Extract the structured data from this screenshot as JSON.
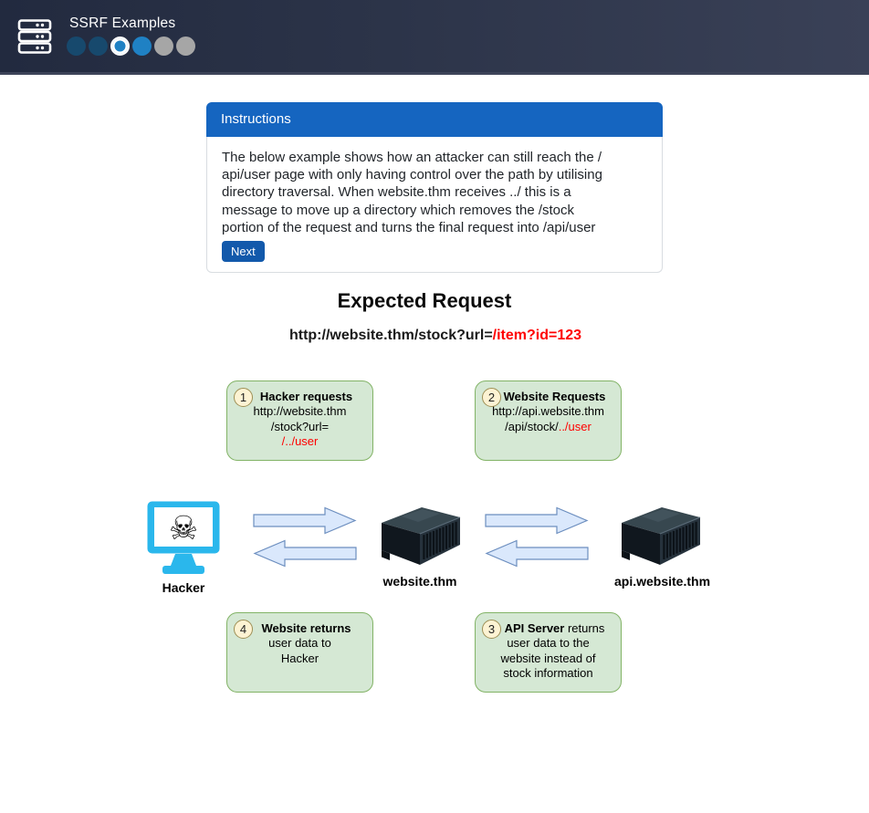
{
  "header": {
    "title": "SSRF Examples",
    "dots": [
      {
        "color": "#17496d",
        "state": "done"
      },
      {
        "color": "#17496d",
        "state": "done"
      },
      {
        "color": "#1f81c4",
        "state": "current"
      },
      {
        "color": "#1f81c4",
        "state": "active"
      },
      {
        "color": "#a6a6a6",
        "state": "todo"
      },
      {
        "color": "#a6a6a6",
        "state": "todo"
      }
    ]
  },
  "instructions": {
    "title": "Instructions",
    "header_color": "#1565c0",
    "body_lines": [
      "The below example shows how an attacker can still reach the /",
      "api/user page with only having control over the path by utilising",
      "directory traversal. When website.thm receives ../ this is a",
      "message to move up a directory which removes the /stock",
      "portion of the request and turns the final request into /api/user"
    ],
    "next_label": "Next",
    "button_color": "#1259ab"
  },
  "diagram": {
    "title": "Expected Request",
    "request_url": {
      "prefix": "http://website.thm/stock?url=",
      "highlight": "/item?id=123"
    },
    "colors": {
      "red": "#ff0000",
      "box_fill": "#d5e8d4",
      "box_border": "#82b366",
      "badge_fill": "#fdf3d3",
      "badge_border": "#9e8f55",
      "arrow_fill": "#dae8fc",
      "arrow_stroke": "#6c8ebf",
      "monitor": "#2ab7ec"
    },
    "steps": [
      {
        "number": "1",
        "lines": [
          [
            {
              "text": "Hacker requests",
              "bold": true
            }
          ],
          [
            {
              "text": "http://website.thm"
            }
          ],
          [
            {
              "text": "/stock?url="
            }
          ],
          [
            {
              "text": "/../user",
              "red": true
            }
          ]
        ]
      },
      {
        "number": "2",
        "lines": [
          [
            {
              "text": "Website Requests",
              "bold": true
            }
          ],
          [
            {
              "text": "http://api.website.thm"
            }
          ],
          [
            {
              "text": "/api/stock/"
            },
            {
              "text": "../user",
              "red": true
            }
          ]
        ]
      },
      {
        "number": "3",
        "lines": [
          [
            {
              "text": "API Server",
              "bold": true
            },
            {
              "text": " returns"
            }
          ],
          [
            {
              "text": "user data to the"
            }
          ],
          [
            {
              "text": "website instead of"
            }
          ],
          [
            {
              "text": "stock information"
            }
          ]
        ]
      },
      {
        "number": "4",
        "lines": [
          [
            {
              "text": "Website returns",
              "bold": true
            }
          ],
          [
            {
              "text": "user data to"
            }
          ],
          [
            {
              "text": "Hacker"
            }
          ]
        ]
      }
    ],
    "nodes": {
      "hacker": {
        "label": "Hacker"
      },
      "website": {
        "label": "website.thm"
      },
      "api": {
        "label": "api.website.thm"
      }
    }
  }
}
